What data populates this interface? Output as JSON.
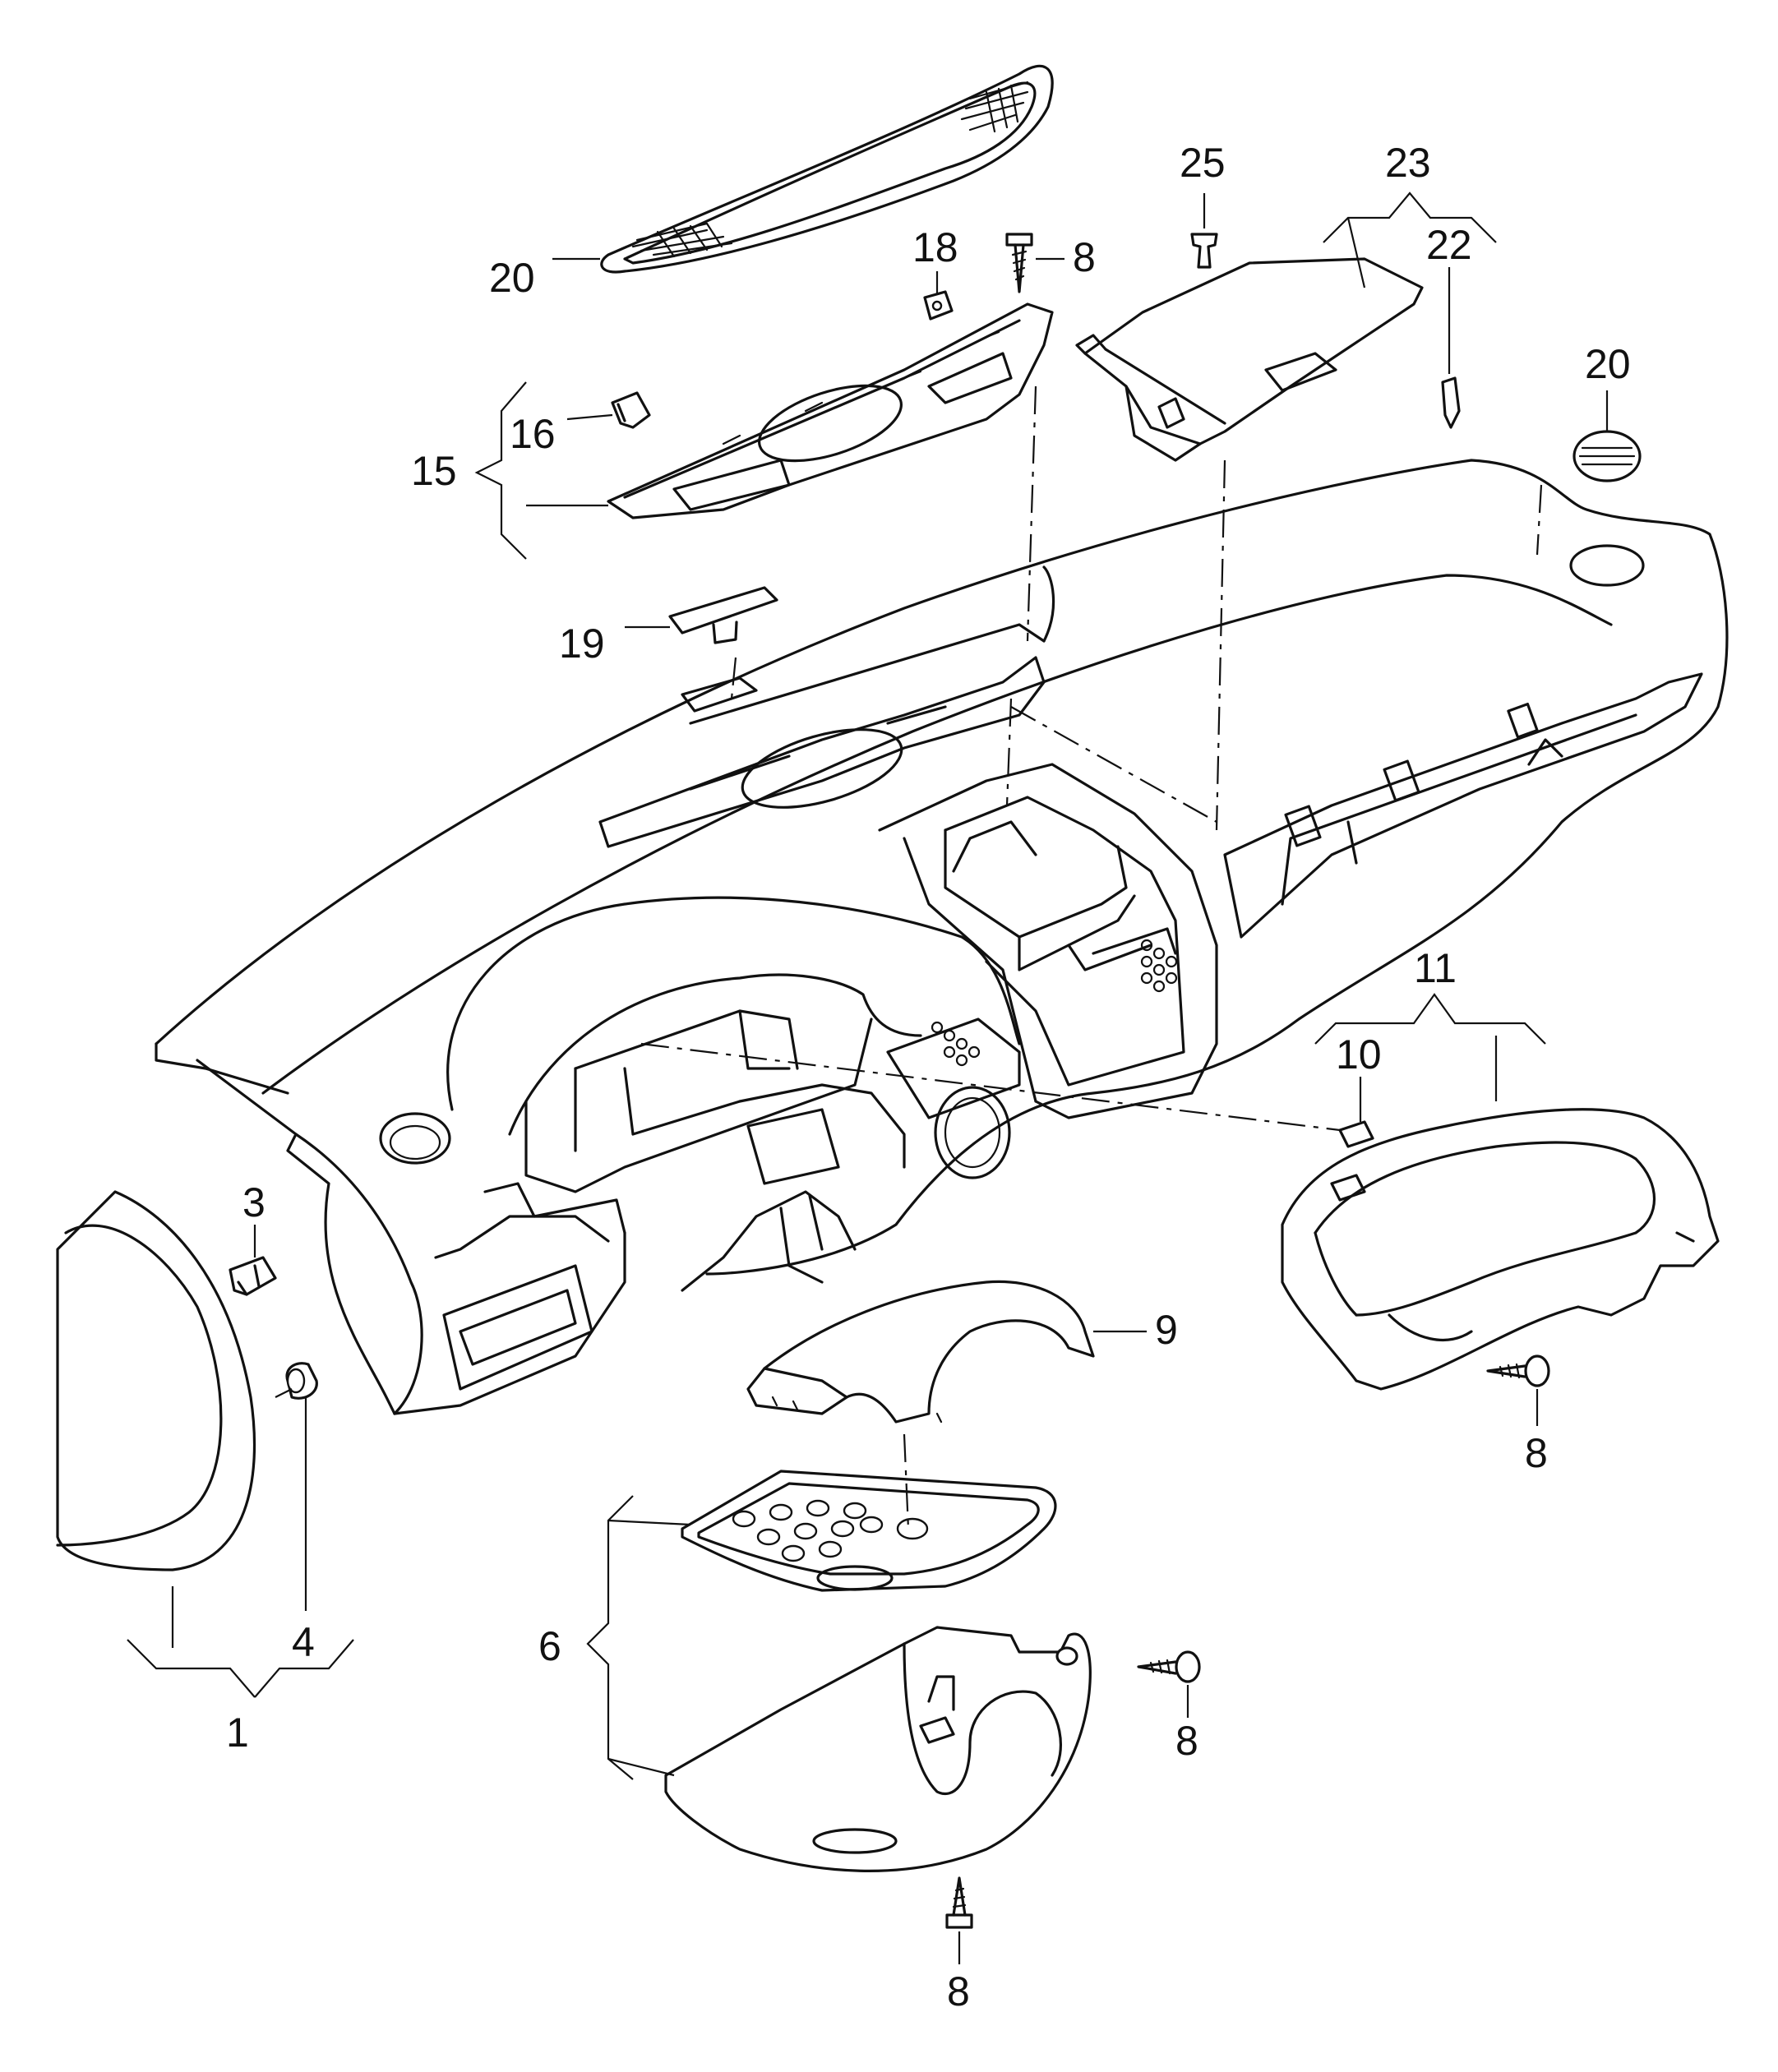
{
  "diagram": {
    "callouts": {
      "c1": "1",
      "c3": "3",
      "c4": "4",
      "c6": "6",
      "c8a": "8",
      "c8b": "8",
      "c8c": "8",
      "c8d": "8",
      "c9": "9",
      "c10": "10",
      "c11": "11",
      "c15": "15",
      "c16": "16",
      "c18": "18",
      "c19": "19",
      "c20a": "20",
      "c20b": "20",
      "c22": "22",
      "c23": "23",
      "c25": "25"
    }
  }
}
